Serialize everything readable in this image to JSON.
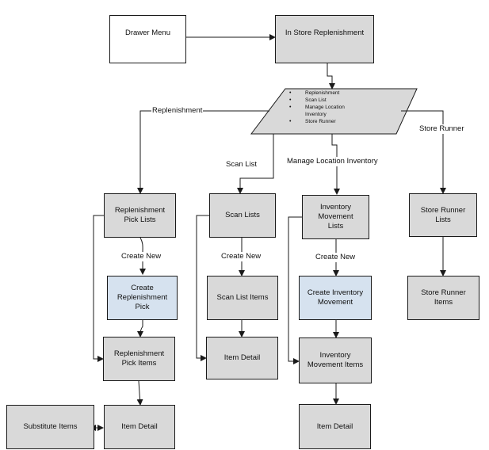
{
  "nodes": {
    "drawer_menu": "Drawer Menu",
    "in_store_replenishment": "In Store Replenishment",
    "options_list": [
      "Replenishment",
      "Scan List",
      "Manage Location Inventory",
      "Store Runner"
    ],
    "replenishment_pick_lists": "Replenishment Pick Lists",
    "create_replenishment_pick": "Create Replenishment Pick",
    "replenishment_pick_items": "Replenishment Pick Items",
    "item_detail_replenishment": "Item Detail",
    "substitute_items": "Substitute Items",
    "scan_lists": "Scan Lists",
    "scan_list_items": "Scan List Items",
    "item_detail_scan": "Item Detail",
    "inventory_movement_lists": "Inventory Movement Lists",
    "create_inventory_movement": "Create Inventory Movement",
    "inventory_movement_items": "Inventory Movement Items",
    "item_detail_inventory": "Item Detail",
    "store_runner_lists": "Store Runner Lists",
    "store_runner_items": "Store Runner Items"
  },
  "edge_labels": {
    "replenishment": "Replenishment",
    "scan_list": "Scan List",
    "manage_location_inventory": "Manage Location Inventory",
    "store_runner": "Store Runner",
    "create_new_replenishment": "Create New",
    "create_new_scan": "Create New",
    "create_new_inventory": "Create New"
  },
  "colors": {
    "box_fill": "#d9d9d9",
    "highlight_fill": "#d6e2ef",
    "line": "#1a1a1a"
  }
}
